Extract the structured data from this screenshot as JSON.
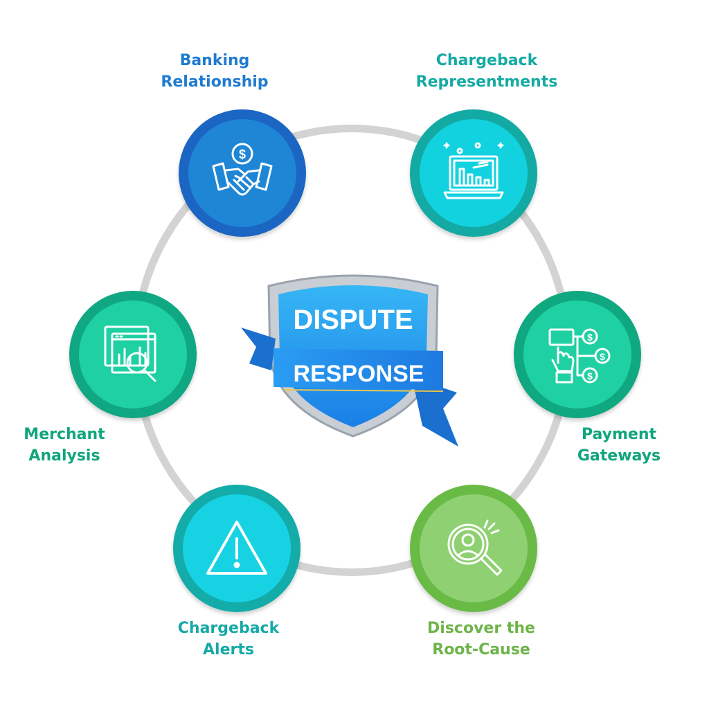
{
  "center": {
    "line1": "DISPUTE",
    "line2": "RESPONSE"
  },
  "nodes": [
    {
      "id": "banking",
      "label": "Banking\nRelationship",
      "icon": "handshake-dollar-icon",
      "color": "#1f86d6",
      "ring": "#1a66c2",
      "text": "#1f7bd1"
    },
    {
      "id": "representments",
      "label": "Chargeback\nRepresentments",
      "icon": "laptop-chart-icon",
      "color": "#12d2e0",
      "ring": "#13aaa4",
      "text": "#15aaa3"
    },
    {
      "id": "gateways",
      "label": "Payment\nGateways",
      "icon": "payment-gateway-icon",
      "color": "#1fd0a3",
      "ring": "#0fa880",
      "text": "#10a57d"
    },
    {
      "id": "root_cause",
      "label": "Discover the\nRoot-Cause",
      "icon": "magnifier-person-icon",
      "color": "#8fd172",
      "ring": "#6aba46",
      "text": "#6db449"
    },
    {
      "id": "alerts",
      "label": "Chargeback\nAlerts",
      "icon": "warning-triangle-icon",
      "color": "#17d2e3",
      "ring": "#13aca9",
      "text": "#16a9a6"
    },
    {
      "id": "merchant",
      "label": "Merchant\nAnalysis",
      "icon": "analysis-magnifier-icon",
      "color": "#1fd0a3",
      "ring": "#0fa883",
      "text": "#10a57d"
    }
  ]
}
